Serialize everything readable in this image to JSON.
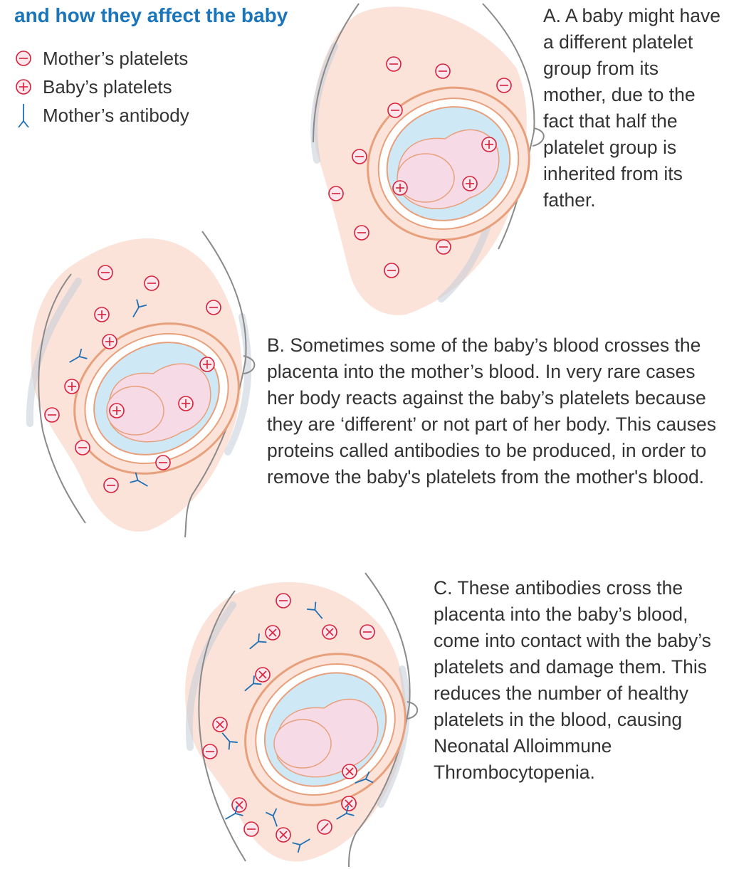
{
  "title": "and how they affect the baby",
  "legend": {
    "mother_platelets": "Mother’s platelets",
    "baby_platelets": "Baby’s platelets",
    "mother_antibody": "Mother’s antibody"
  },
  "captions": {
    "a": "A. A baby might have a different platelet group from its mother, due to the fact that half the platelet group is inherited from its father.",
    "b": "B. Sometimes some of the baby’s blood crosses the placenta into the mother’s blood. In very rare cases her body reacts against the baby’s platelets because they are ‘different’ or not part of her body. This causes proteins called antibodies to be produced, in order to remove the baby's platelets from the mother's blood.",
    "c": "C. These antibodies cross the placenta into the baby’s blood, come into contact with the baby’s platelets and damage them. This reduces the number of healthy platelets in the blood, causing Neonatal Alloimmune Thrombocytopenia."
  },
  "colors": {
    "title": "#1a75bb",
    "platelet": "#d8203a",
    "antibody": "#1f6fb5",
    "skin": "#fbe3d9",
    "fluid": "#cfe8f5",
    "uterus_outline": "#e8a07c",
    "body_outline": "#8a8a8a"
  },
  "icons": {
    "mother_platelet": "minus-circle-icon",
    "baby_platelet": "plus-circle-icon",
    "antibody": "y-antibody-icon",
    "damaged_platelet": "cross-circle-icon"
  }
}
